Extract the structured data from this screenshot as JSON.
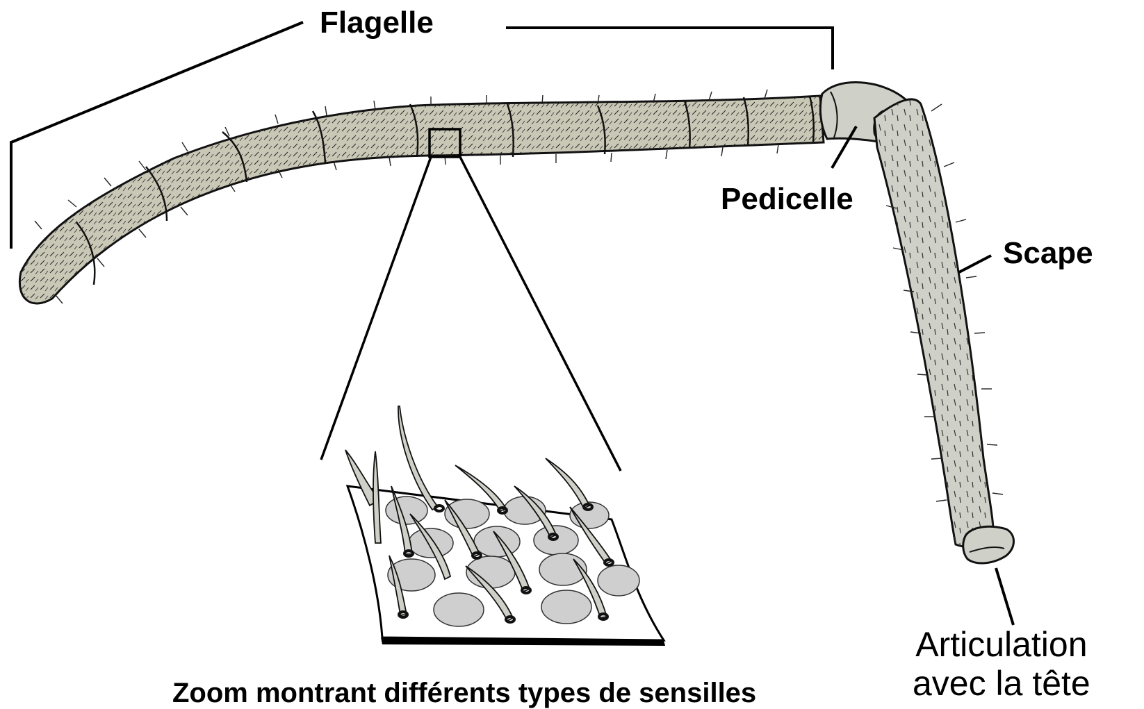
{
  "labels": {
    "flagellum": "Flagelle",
    "pedicel": "Pedicelle",
    "scape": "Scape",
    "articulation_line1": "Articulation",
    "articulation_line2": "avec la tête",
    "zoom_caption": "Zoom montrant différents types de sensilles"
  },
  "colors": {
    "antenna_fill": "#c9c7b5",
    "scape_fill": "#cfd0c8",
    "pore_fill": "#cfcfcf",
    "outline": "#111111",
    "background": "#ffffff"
  }
}
